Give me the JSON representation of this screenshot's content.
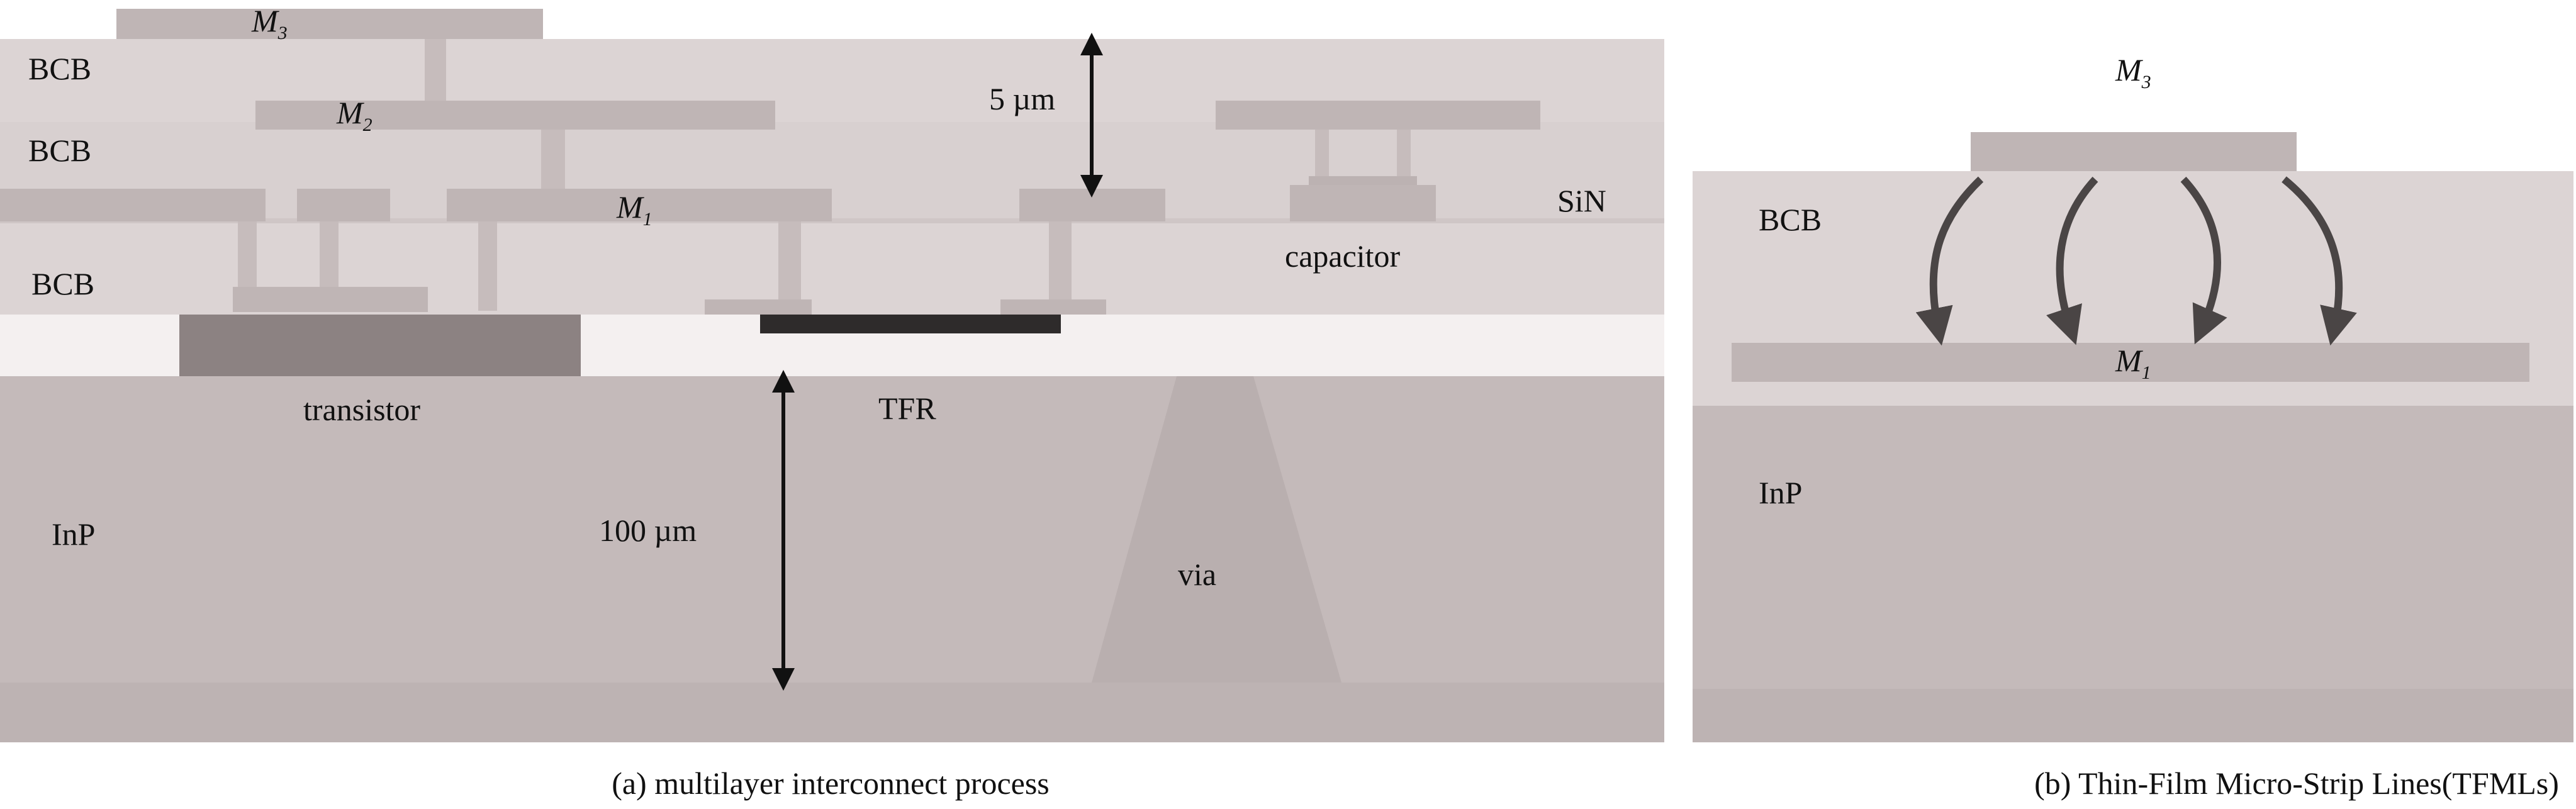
{
  "panel_a": {
    "caption": "(a) multilayer interconnect process",
    "layers": {
      "bcb_top": "BCB",
      "bcb_mid": "BCB",
      "bcb_bot": "BCB",
      "substrate": "InP",
      "sin": "SiN"
    },
    "metals": {
      "m3_base": "M",
      "m3_sub": "3",
      "m2_base": "M",
      "m2_sub": "2",
      "m1_base": "M",
      "m1_sub": "1"
    },
    "devices": {
      "transistor": "transistor",
      "tfr": "TFR",
      "capacitor": "capacitor",
      "via": "via"
    },
    "dimensions": {
      "bcb_thickness": "5 µm",
      "substrate_thickness": "100 µm"
    }
  },
  "panel_b": {
    "caption": "(b) Thin-Film Micro-Strip Lines(TFMLs)",
    "layers": {
      "bcb": "BCB",
      "substrate": "InP"
    },
    "metals": {
      "m3_base": "M",
      "m3_sub": "3",
      "m1_base": "M",
      "m1_sub": "1"
    }
  },
  "colors": {
    "bcb": "#dcd4d4",
    "metal": "#bfb5b5",
    "inp": "#c4baba",
    "gap": "#f4f0f0",
    "dark": "#2e2b2b",
    "arrow": "#4a4545"
  }
}
